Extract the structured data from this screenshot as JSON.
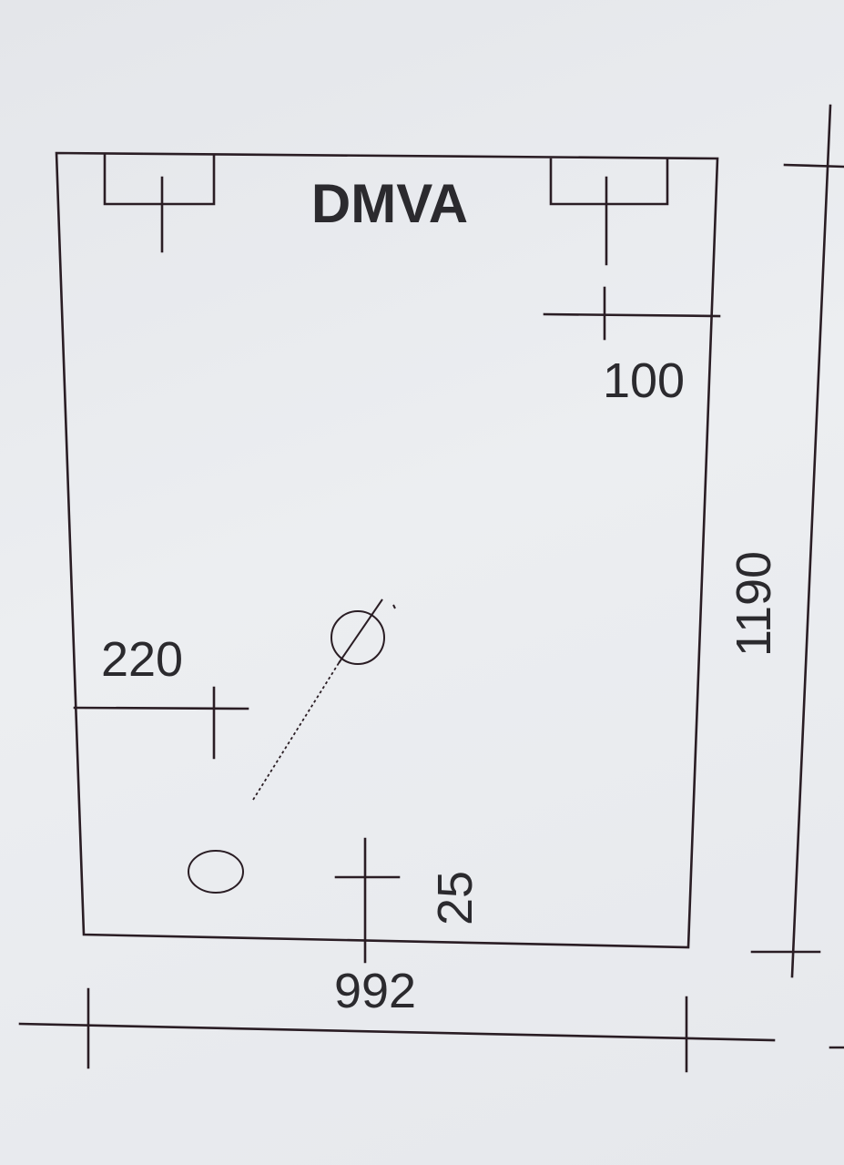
{
  "drawing": {
    "title": "DMVA",
    "dimensions": {
      "overall_width": "992",
      "overall_height": "1190",
      "top_right_offset": "100",
      "left_offset": "220",
      "bottom_offset": "25"
    }
  }
}
